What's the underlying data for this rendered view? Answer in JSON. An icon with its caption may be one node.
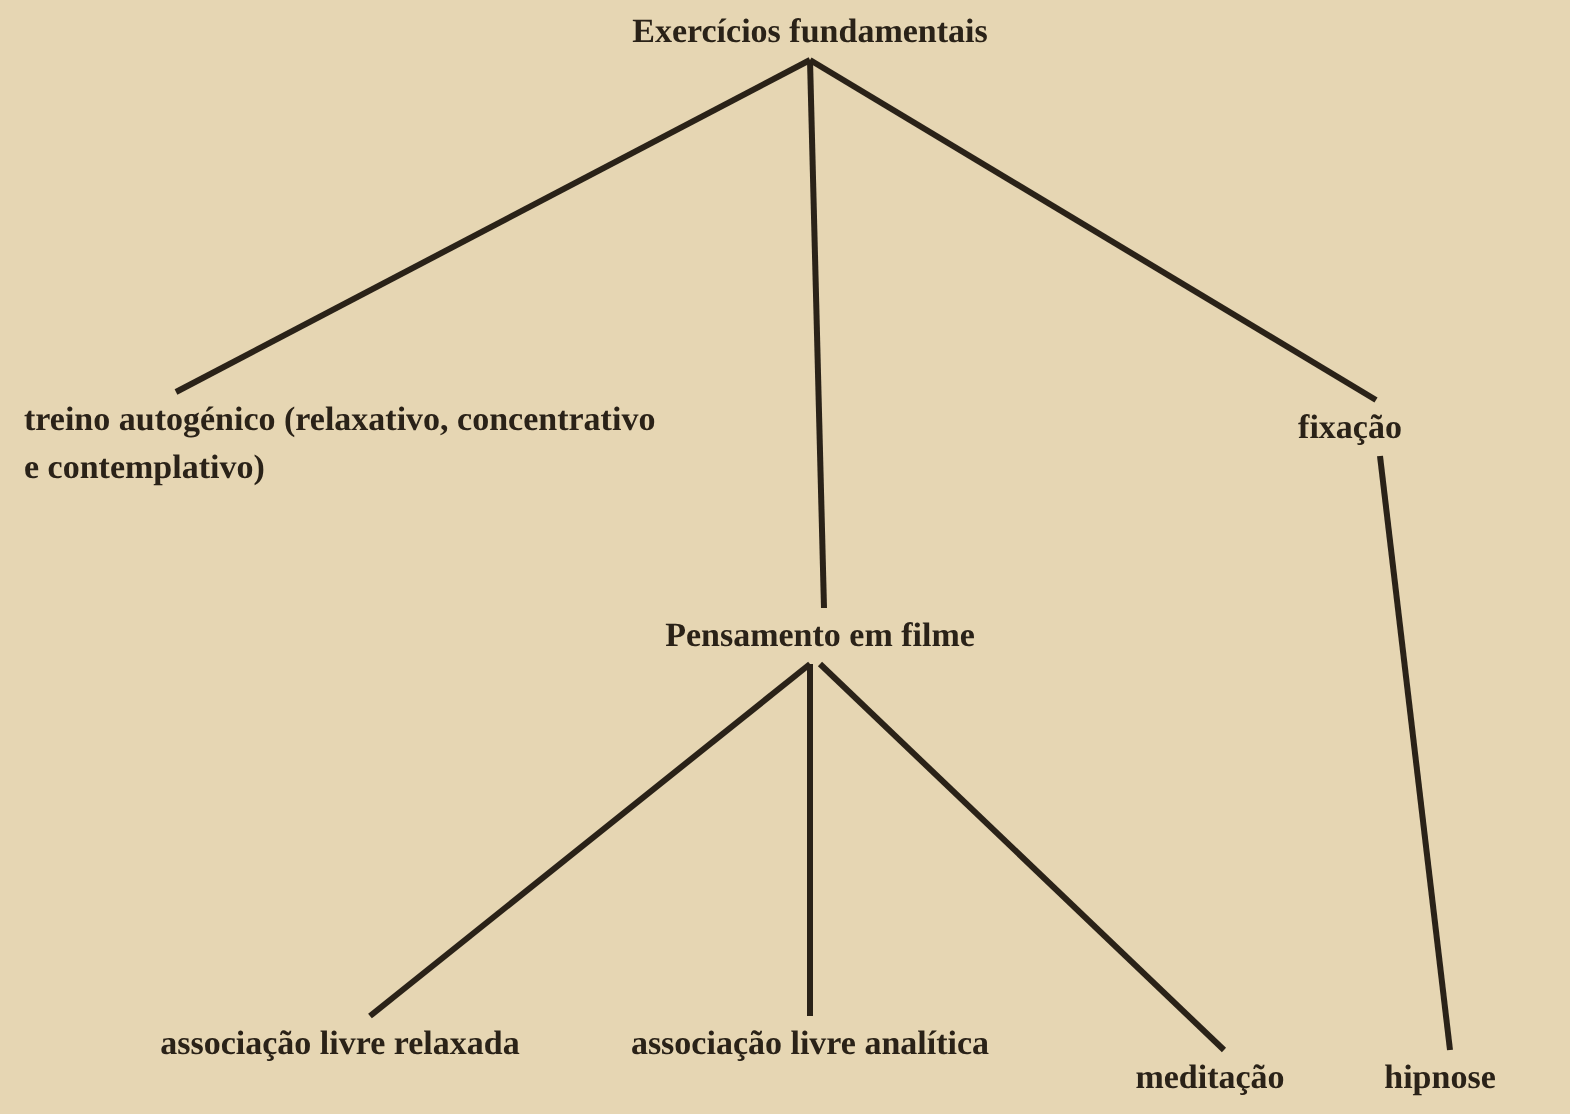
{
  "diagram": {
    "nodes": [
      {
        "text": [
          "Exercícios fundamentais"
        ]
      },
      {
        "text": [
          "treino autogénico (relaxativo, concentrativo e contemplativo)"
        ]
      },
      {
        "text": [
          "fixação"
        ]
      },
      {
        "text": [
          "Pensamento em filme"
        ]
      },
      {
        "text": [
          "associação livre relaxada"
        ]
      },
      {
        "text": [
          "associação livre analítica"
        ]
      },
      {
        "text": [
          "meditação"
        ]
      },
      {
        "text": [
          "hipnose"
        ]
      }
    ],
    "edges": [
      {
        "from": 0,
        "to": 1,
        "arrow": "none"
      },
      {
        "from": 0,
        "to": 3,
        "arrow": "none"
      },
      {
        "from": 0,
        "to": 2,
        "arrow": "none"
      },
      {
        "from": 3,
        "to": 4,
        "arrow": "none"
      },
      {
        "from": 3,
        "to": 5,
        "arrow": "none"
      },
      {
        "from": 3,
        "to": 6,
        "arrow": "none"
      },
      {
        "from": 2,
        "to": 7,
        "arrow": "none"
      }
    ]
  }
}
